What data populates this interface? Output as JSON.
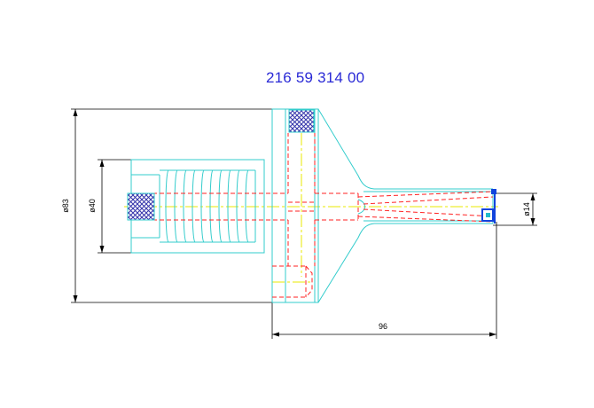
{
  "drawing": {
    "part_number": "216 59 314 00"
  },
  "dimensions": {
    "overall_diameter": "ø83",
    "inner_diameter": "ø40",
    "tip_diameter": "ø14",
    "length": "96"
  },
  "colors": {
    "outline": "#33cccc",
    "dimension": "#000000",
    "hidden": "#ff2222",
    "centerline": "#e8e800",
    "title": "#2a2ad6",
    "hatch": "#3333aa",
    "marker": "#1144dd"
  }
}
